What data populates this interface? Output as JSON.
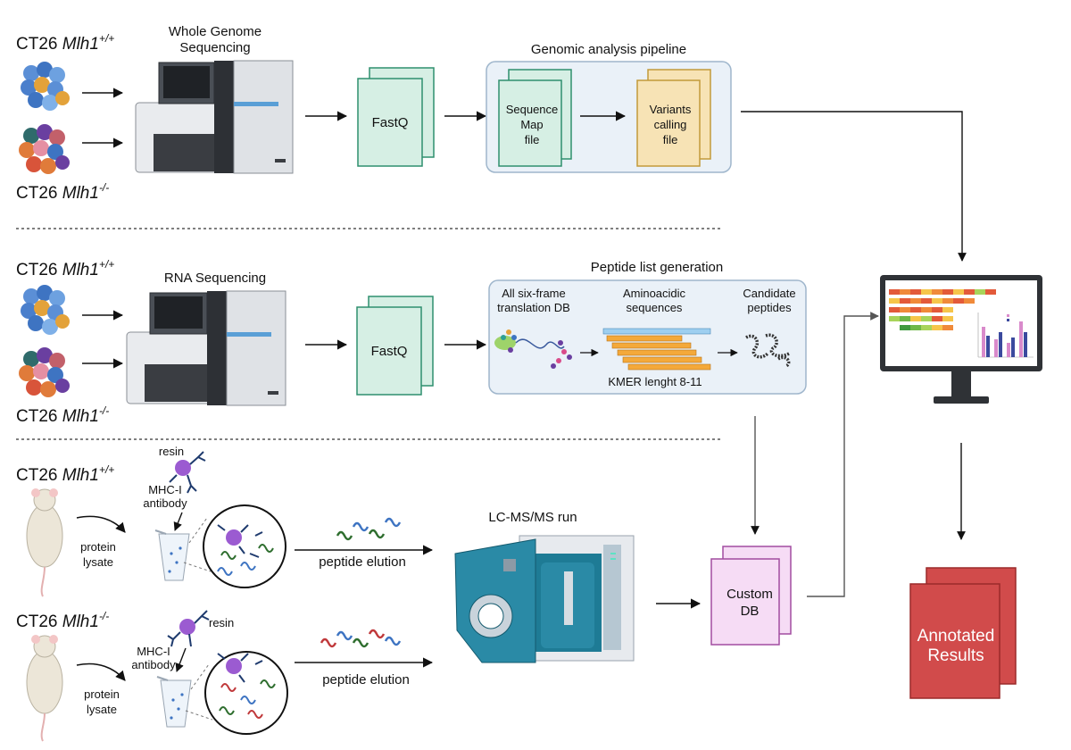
{
  "row1": {
    "sample_top": {
      "prefix": "CT26 ",
      "gene": "Mlh1",
      "sup": "+/+"
    },
    "sample_bottom": {
      "prefix": "CT26 ",
      "gene": "Mlh1",
      "sup": "-/-"
    },
    "sequencer_title_line1": "Whole Genome",
    "sequencer_title_line2": "Sequencing",
    "fastq_label": "FastQ",
    "pipeline_title": "Genomic analysis pipeline",
    "seqmap_line1": "Sequence",
    "seqmap_line2": "Map",
    "seqmap_line3": "file",
    "variants_line1": "Variants",
    "variants_line2": "calling",
    "variants_line3": "file"
  },
  "row2": {
    "sample_top": {
      "prefix": "CT26 ",
      "gene": "Mlh1",
      "sup": "+/+"
    },
    "sample_bottom": {
      "prefix": "CT26 ",
      "gene": "Mlh1",
      "sup": "-/-"
    },
    "sequencer_title": "RNA Sequencing",
    "fastq_label": "FastQ",
    "peptide_title": "Peptide list generation",
    "sixframe_line1": "All six-frame",
    "sixframe_line2": "translation DB",
    "amino_line1": "Aminoacidic",
    "amino_line2": "sequences",
    "candidate_line1": "Candidate",
    "candidate_line2": "peptides",
    "kmer_label": "KMER lenght 8-11"
  },
  "row3": {
    "sample_top": {
      "prefix": "CT26 ",
      "gene": "Mlh1",
      "sup": "+/+"
    },
    "sample_bottom": {
      "prefix": "CT26 ",
      "gene": "Mlh1",
      "sup": "-/-"
    },
    "resin": "resin",
    "mhc_line1": "MHC-I",
    "mhc_line2": "antibody",
    "lysate_line1": "protein",
    "lysate_line2": "lysate",
    "elution": "peptide elution",
    "lcms_title": "LC-MS/MS run",
    "custom_line1": "Custom",
    "custom_line2": "DB"
  },
  "output": {
    "annotated_line1": "Annotated",
    "annotated_line2": "Results"
  },
  "colors": {
    "fastq_fill": "#d6efe4",
    "fastq_stroke": "#2f8f6e",
    "variants_fill": "#f7e3b5",
    "variants_stroke": "#c29a3a",
    "panel_fill": "#eaf1f8",
    "panel_stroke": "#9fb6cc",
    "custom_fill": "#f6dcf5",
    "custom_stroke": "#a24da0",
    "annotated_fill": "#d14b4b",
    "annotated_stroke": "#9a2a2a",
    "instrument_teal": "#1e7b95"
  }
}
